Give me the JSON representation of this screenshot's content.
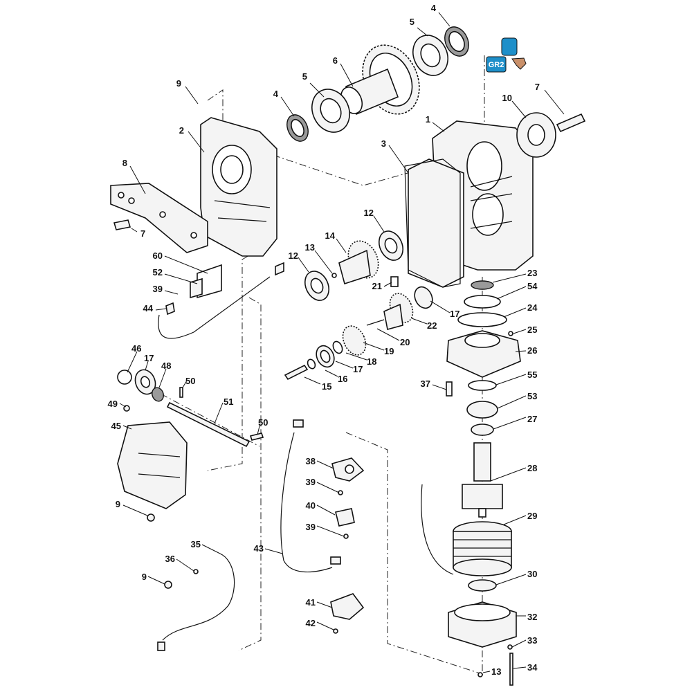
{
  "badge": {
    "code": "GR2",
    "color": "#1e8fc9"
  },
  "callouts": {
    "c1": "1",
    "c2": "2",
    "c3": "3",
    "c4": "4",
    "c5": "5",
    "c6": "6",
    "c7": "7",
    "c8": "8",
    "c9": "9",
    "c10": "10",
    "c12": "12",
    "c13": "13",
    "c14": "14",
    "c15": "15",
    "c16": "16",
    "c17": "17",
    "c18": "18",
    "c19": "19",
    "c20": "20",
    "c21": "21",
    "c22": "22",
    "c23": "23",
    "c24": "24",
    "c25": "25",
    "c26": "26",
    "c27": "27",
    "c28": "28",
    "c29": "29",
    "c30": "30",
    "c32": "32",
    "c33": "33",
    "c34": "34",
    "c35": "35",
    "c36": "36",
    "c37": "37",
    "c38": "38",
    "c39": "39",
    "c40": "40",
    "c41": "41",
    "c42": "42",
    "c43": "43",
    "c44": "44",
    "c45": "45",
    "c46": "46",
    "c48": "48",
    "c49": "49",
    "c50": "50",
    "c51": "51",
    "c52": "52",
    "c53": "53",
    "c54": "54",
    "c55": "55",
    "c60": "60"
  }
}
